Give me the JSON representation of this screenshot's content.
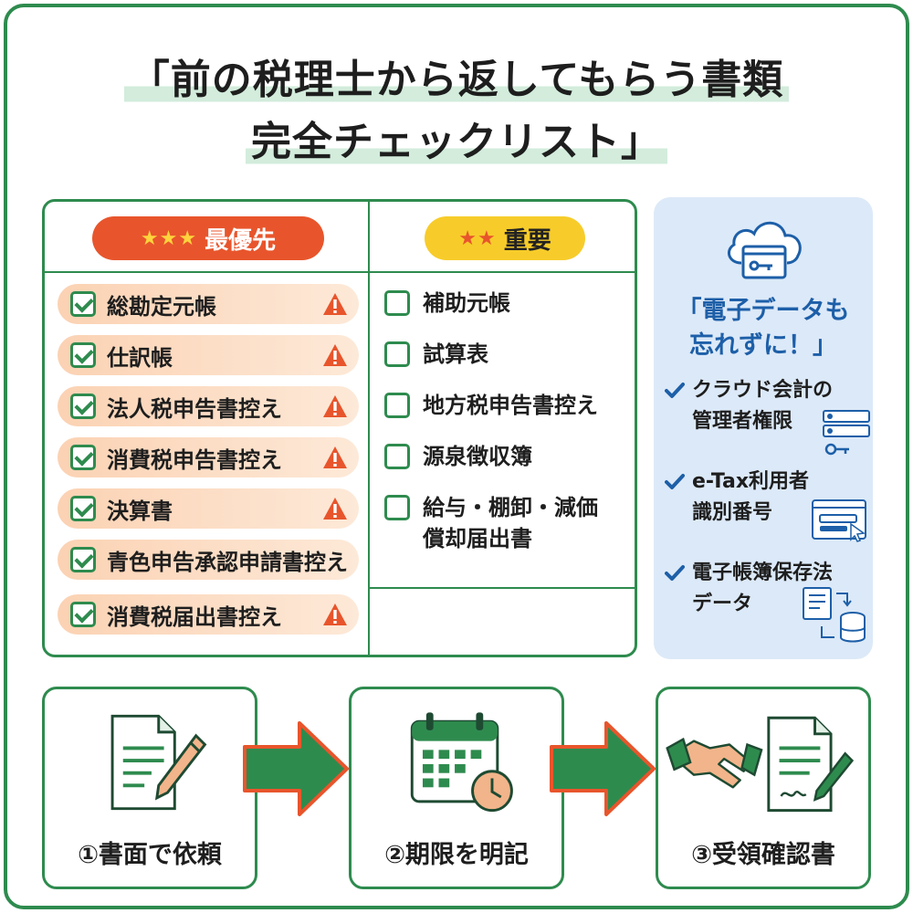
{
  "title": {
    "line1": "「前の税理士から返してもらう書類",
    "line2": "完全チェックリスト」"
  },
  "checklist": {
    "priority_high": {
      "stars": "★★★",
      "label": "最優先"
    },
    "priority_mid": {
      "stars": "★★",
      "label": "重要"
    },
    "high_items": [
      {
        "label": "総勘定元帳",
        "checked": true,
        "warning": true
      },
      {
        "label": "仕訳帳",
        "checked": true,
        "warning": true
      },
      {
        "label": "法人税申告書控え",
        "checked": true,
        "warning": true
      },
      {
        "label": "消費税申告書控え",
        "checked": true,
        "warning": true
      },
      {
        "label": "決算書",
        "checked": true,
        "warning": true
      },
      {
        "label": "青色申告承認申請書控え",
        "checked": true,
        "warning": false
      },
      {
        "label": "消費税届出書控え",
        "checked": true,
        "warning": true
      }
    ],
    "mid_items": [
      {
        "label": "補助元帳",
        "checked": false
      },
      {
        "label": "試算表",
        "checked": false
      },
      {
        "label": "地方税申告書控え",
        "checked": false
      },
      {
        "label": "源泉徴収簿",
        "checked": false
      },
      {
        "label": "給与・棚卸・減価償却届出書",
        "checked": false
      }
    ]
  },
  "digital_panel": {
    "title_line1": "「電子データも",
    "title_line2": "忘れずに！」",
    "items": [
      {
        "line1": "クラウド会計の",
        "line2": "管理者権限",
        "icon": "admin-login-icon"
      },
      {
        "line1": "e-Tax利用者",
        "line2": "識別番号",
        "icon": "login-form-icon"
      },
      {
        "line1": "電子帳簿保存法",
        "line2": "データ",
        "icon": "database-sync-icon"
      }
    ],
    "icon": "cloud-key-icon"
  },
  "steps": [
    {
      "label": "①書面で依頼",
      "icon": "document-pen-icon"
    },
    {
      "label": "②期限を明記",
      "icon": "calendar-clock-icon"
    },
    {
      "label": "③受領確認書",
      "icon": "handshake-document-icon"
    }
  ],
  "colors": {
    "green": "#2e8b4e",
    "red": "#e8552c",
    "yellow": "#f7cc2a",
    "blue": "#1d5fa8",
    "panel_bg": "#dce9f8"
  }
}
